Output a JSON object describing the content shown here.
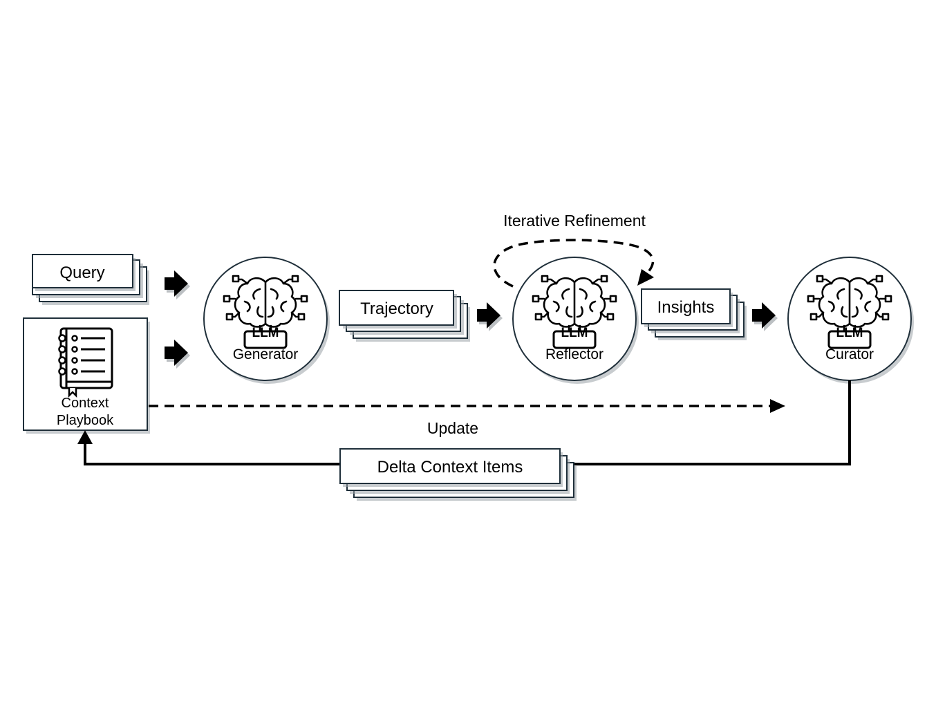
{
  "nodes": {
    "query": "Query",
    "context_playbook_line1": "Context",
    "context_playbook_line2": "Playbook",
    "generator": "Generator",
    "trajectory": "Trajectory",
    "reflector": "Reflector",
    "insights": "Insights",
    "curator": "Curator",
    "delta_context_items": "Delta Context Items"
  },
  "edges": {
    "iterative_refinement": "Iterative Refinement",
    "update": "Update"
  },
  "icons": {
    "llm_badge": "LLM",
    "llm_icon": "brain-chip-icon",
    "playbook_icon": "notebook-icon"
  }
}
